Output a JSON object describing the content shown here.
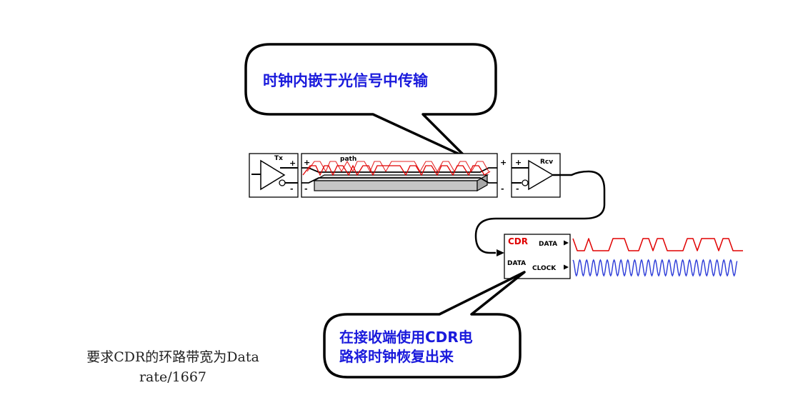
{
  "callouts": {
    "top": "时钟内嵌于光信号中传输",
    "bottom_line1": "在接收端使用CDR电",
    "bottom_line2": "路将时钟恢复出来"
  },
  "blocks": {
    "tx_label": "Tx",
    "path_label": "path",
    "rcv_label": "Rcv",
    "cdr_label": "CDR",
    "cdr_in_data": "DATA",
    "cdr_out_data": "DATA",
    "cdr_out_clock": "CLOCK",
    "plus": "+",
    "minus": "-"
  },
  "note": {
    "line1": "要求CDR的环路带宽为Data",
    "line2": "rate/1667"
  },
  "colors": {
    "callout_text": "#1a1adc",
    "data_signal": "#e00000",
    "clock_signal": "#2a3ad8",
    "cdr_label": "#e00000"
  }
}
